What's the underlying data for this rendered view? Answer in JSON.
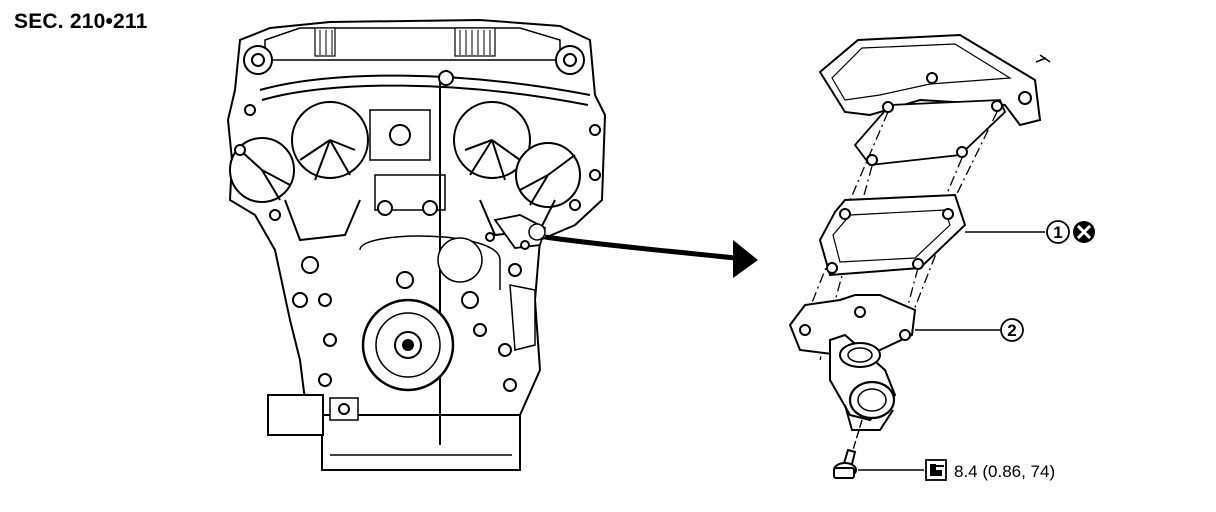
{
  "section_label": "SEC. 210•211",
  "callouts": [
    {
      "number": "1",
      "symbol": "do-not-reuse"
    },
    {
      "number": "2"
    }
  ],
  "torque": {
    "icon": "torque-wrench-icon",
    "value": "8.4 (0.86, 74)"
  }
}
